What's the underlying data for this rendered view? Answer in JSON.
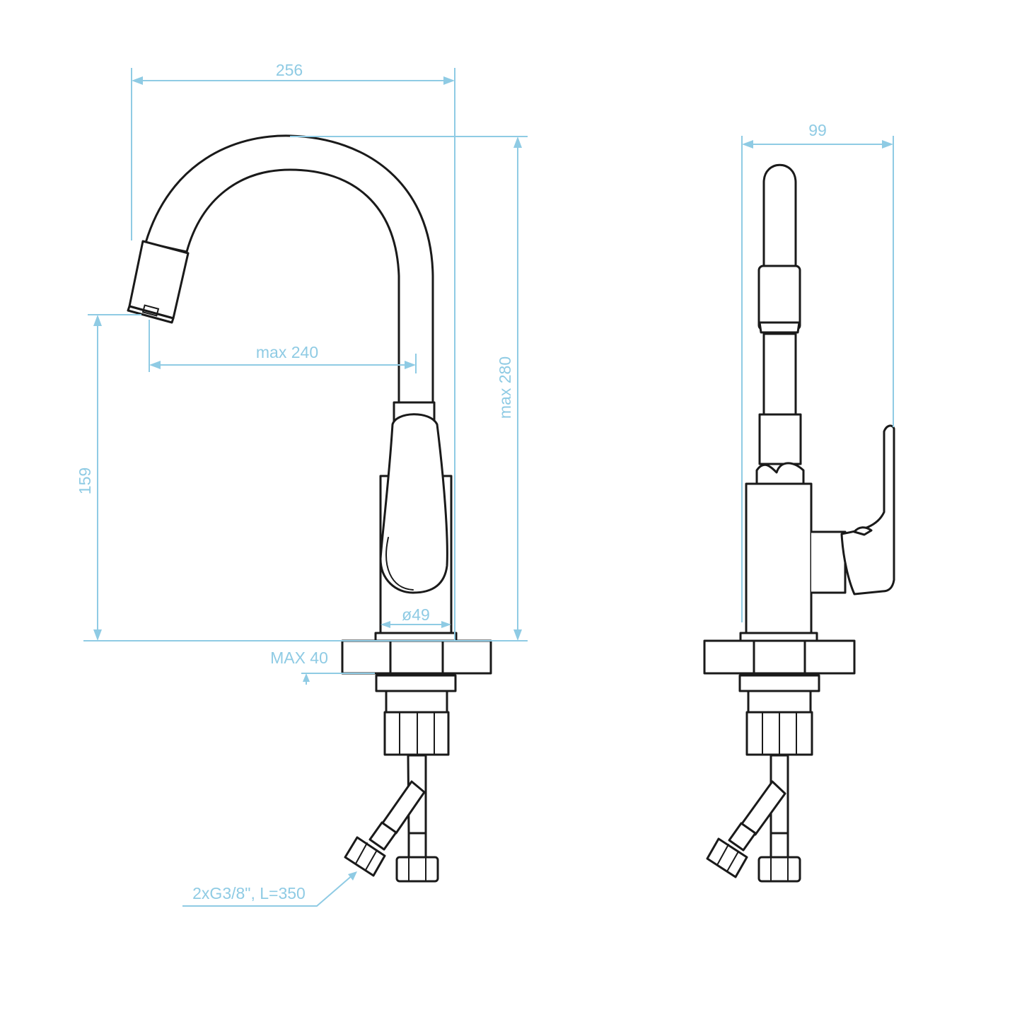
{
  "diagram": {
    "front_view": {
      "dims": {
        "width": "256",
        "reach": "max 240",
        "height": "max 280",
        "spout_height": "159",
        "base_diameter": "ø49",
        "counter_thickness": "MAX 40",
        "hoses": "2xG3/8\", L=350"
      }
    },
    "side_view": {
      "dims": {
        "depth": "99"
      }
    },
    "colors": {
      "dimension": "#8fcbe4",
      "outline": "#1a1a1a"
    }
  }
}
